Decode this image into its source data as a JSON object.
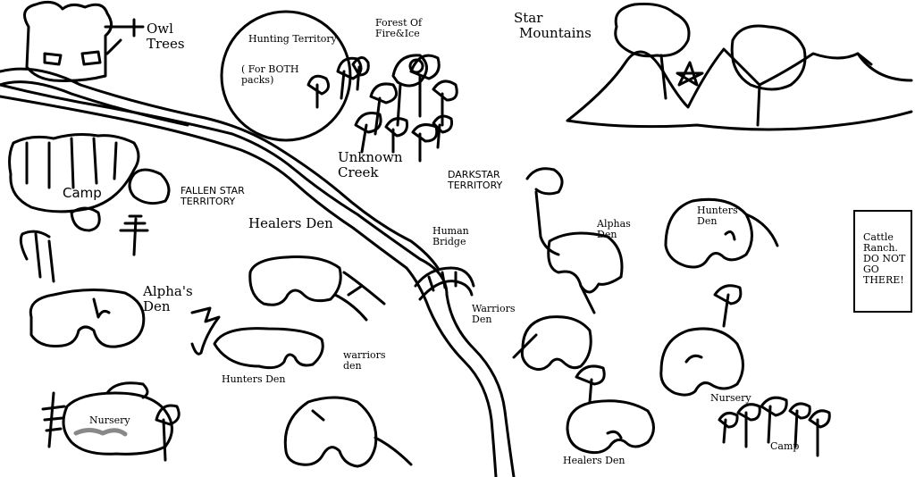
{
  "labels": {
    "owl_trees": [
      "Owl",
      "Trees"
    ],
    "hunting_territory": "Hunting Territory",
    "for_both_packs": [
      "( For BOTH",
      "packs)"
    ],
    "forest_fire_ice": [
      "Forest Of",
      "Fire&Ice"
    ],
    "star_mountains": [
      "Star",
      "Mountains"
    ],
    "camp_left": "Camp",
    "fallen_star": [
      "FALLEN STAR",
      "TERRITORY"
    ],
    "unknown_creek": [
      "Unknown",
      "Creek"
    ],
    "darkstar": [
      "DARKSTAR",
      "TERRITORY"
    ],
    "healers_den_left": "Healers Den",
    "human_bridge": [
      "Human",
      "Bridge"
    ],
    "alphas_den_right": [
      "Alphas",
      "Den"
    ],
    "hunters_den_right": [
      "Hunters",
      "Den"
    ],
    "cattle_ranch": [
      "Cattle",
      "Ranch.",
      "DO NOT",
      "GO",
      "THERE!"
    ],
    "alphas_den_left": [
      "Alpha's",
      "Den"
    ],
    "warriors_den_right": [
      "Warriors",
      "Den"
    ],
    "warriors_den_left": [
      "warriors",
      "den"
    ],
    "hunters_den_left": "Hunters Den",
    "nursery_left": "Nursery",
    "nursery_right": "Nursery",
    "camp_right": "Camp",
    "healers_den_right": "Healers Den"
  },
  "colors": {
    "ink": "#000000",
    "paper": "#ffffff",
    "nursery_scribble": "#888888"
  }
}
